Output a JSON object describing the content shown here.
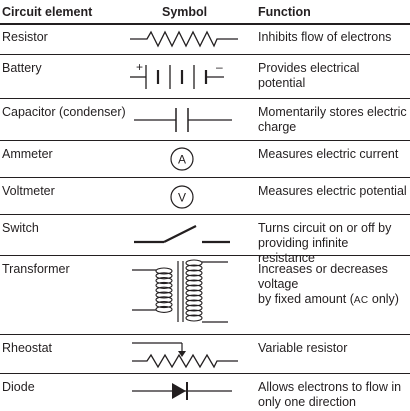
{
  "headers": {
    "element": "Circuit element",
    "symbol": "Symbol",
    "function": "Function"
  },
  "rows": [
    {
      "element": "Resistor",
      "symbol_icon": "resistor-symbol-icon",
      "function_lines": [
        "Inhibits flow of electrons"
      ]
    },
    {
      "element": "Battery",
      "symbol_icon": "battery-symbol-icon",
      "function_lines": [
        "Provides electrical potential"
      ],
      "plus": "+",
      "minus": "–"
    },
    {
      "element": "Capacitor (condenser)",
      "symbol_icon": "capacitor-symbol-icon",
      "function_lines": [
        "Momentarily stores electric",
        "charge"
      ]
    },
    {
      "element": "Ammeter",
      "symbol_icon": "ammeter-symbol-icon",
      "function_lines": [
        "Measures electric current"
      ],
      "symbol_letter": "A"
    },
    {
      "element": "Voltmeter",
      "symbol_icon": "voltmeter-symbol-icon",
      "function_lines": [
        "Measures electric potential"
      ],
      "symbol_letter": "V"
    },
    {
      "element": "Switch",
      "symbol_icon": "switch-symbol-icon",
      "function_lines": [
        "Turns circuit on or off by",
        "providing infinite resistance"
      ]
    },
    {
      "element": "Transformer",
      "symbol_icon": "transformer-symbol-icon",
      "function_lines": [
        "Increases or decreases voltage",
        "by fixed amount ("
      ],
      "function_smallcaps": "AC",
      "function_tail": " only)"
    },
    {
      "element": "Rheostat",
      "symbol_icon": "rheostat-symbol-icon",
      "function_lines": [
        "Variable resistor"
      ]
    },
    {
      "element": "Diode",
      "symbol_icon": "diode-symbol-icon",
      "function_lines": [
        "Allows electrons to flow in",
        "only one direction"
      ]
    }
  ]
}
